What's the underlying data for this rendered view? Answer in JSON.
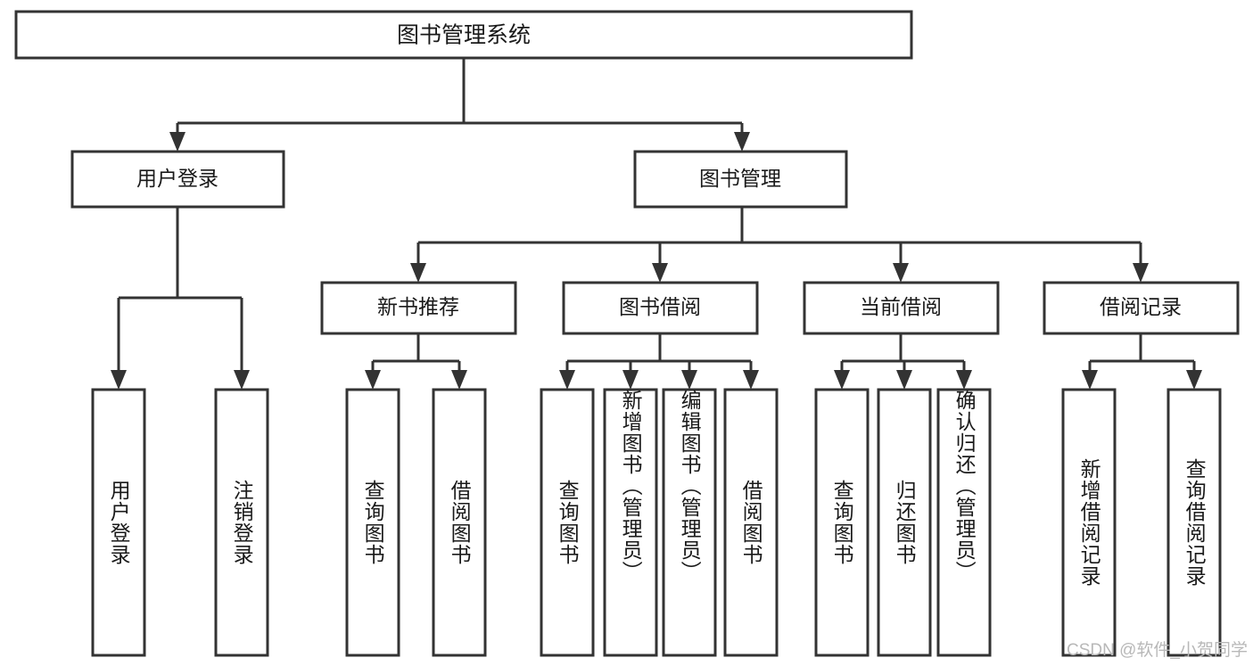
{
  "diagram": {
    "type": "tree-hierarchy",
    "title": "图书管理系统",
    "watermark": "CSDN @软件_小贺同学",
    "colors": {
      "box_stroke": "#333333",
      "box_fill": "#ffffff",
      "text": "#1a1a1a",
      "background": "#ffffff",
      "watermark": "#b8b8b8"
    },
    "root": {
      "label": "图书管理系统"
    },
    "level2": [
      {
        "label": "用户登录"
      },
      {
        "label": "图书管理"
      }
    ],
    "level3": [
      {
        "label": "新书推荐"
      },
      {
        "label": "图书借阅"
      },
      {
        "label": "当前借阅"
      },
      {
        "label": "借阅记录"
      }
    ],
    "leaves": {
      "user_login": [
        {
          "label": "用户登录"
        },
        {
          "label": "注销登录"
        }
      ],
      "new_book_recommend": [
        {
          "label": "查询图书"
        },
        {
          "label": "借阅图书"
        }
      ],
      "book_borrow": [
        {
          "label": "查询图书"
        },
        {
          "label": "新增图书（管理员）"
        },
        {
          "label": "编辑图书（管理员）"
        },
        {
          "label": "借阅图书"
        }
      ],
      "current_borrow": [
        {
          "label": "查询图书"
        },
        {
          "label": "归还图书"
        },
        {
          "label": "确认归还（管理员）"
        }
      ],
      "borrow_record": [
        {
          "label": "新增借阅记录"
        },
        {
          "label": "查询借阅记录"
        }
      ]
    }
  }
}
